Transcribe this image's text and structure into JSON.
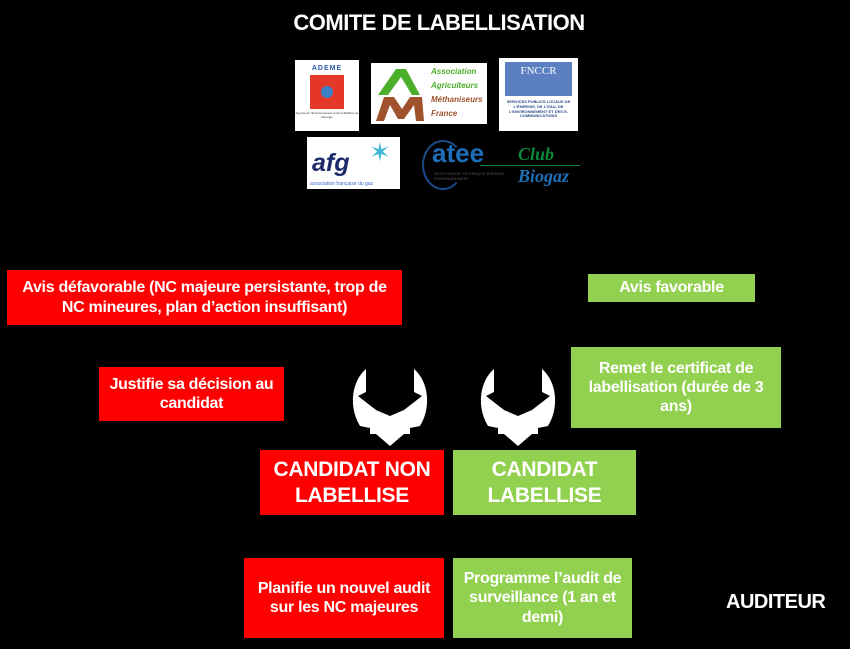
{
  "title": "COMITE DE LABELLISATION",
  "logos": {
    "ademe": {
      "name": "ADEME",
      "caption": "Agence de l'Environnement et de la Maîtrise de l'Energie"
    },
    "aamf": {
      "lines": [
        "Association",
        "Agriculteurs",
        "Méthaniseurs",
        "France"
      ]
    },
    "fnccr": {
      "name": "FNCCR",
      "caption": "SERVICES PUBLICS LOCAUX DE L'ÉNERGIE, DE L'EAU, DE L'ENVIRONNEMENT ET DES E-COMMUNICATIONS"
    },
    "afg": {
      "name": "afg",
      "caption": "association française du gaz"
    },
    "atee": {
      "name": "atee",
      "club": "Club",
      "biogaz": "Biogaz",
      "caption": "ASSOCIATION TECHNIQUE ÉNERGIE ENVIRONNEMENT"
    }
  },
  "refusal": {
    "avis": "Avis défavorable (NC majeure persistante, trop de NC mineures, plan d’action insuffisant)",
    "justify": "Justifie sa décision au candidat",
    "status": "CANDIDAT NON LABELLISE",
    "next": "Planifie un nouvel audit sur les NC majeures"
  },
  "approval": {
    "avis": "Avis favorable",
    "certificate": "Remet le certificat de labellisation (durée de 3 ans)",
    "status": "CANDIDAT LABELLISE",
    "next": "Programme l’audit de surveillance (1 an et demi)"
  },
  "auditor": "AUDITEUR",
  "colors": {
    "red": "#ff0000",
    "green": "#92d050"
  }
}
